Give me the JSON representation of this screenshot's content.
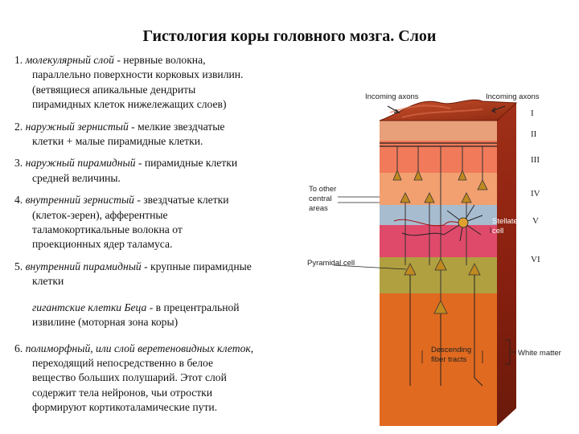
{
  "title": "Гистология коры головного мозга. Слои",
  "layers": [
    {
      "number": "1.",
      "name": "молекулярный слой",
      "lines": [
        " - нервные волокна,",
        "параллельно поверхности корковых извилин.",
        "(ветвящиеся апикальные дендриты",
        "пирамидных клеток нижележащих слоев)"
      ]
    },
    {
      "number": "2.",
      "name": "наружный зернистый",
      "lines": [
        " - мелкие звездчатые",
        "клетки + малые пирамидные клетки."
      ]
    },
    {
      "number": "3.",
      "name": "наружный пирамидный",
      "lines": [
        " - пирамидные клетки",
        "средней величины."
      ]
    },
    {
      "number": "4.",
      "name": "внутренний зернистый",
      "lines": [
        " - звездчатые клетки",
        "(клеток-зерен), афферентные",
        "таламокортикальные волокна от",
        "проекционных ядер таламуса."
      ]
    },
    {
      "number": "5.",
      "name": "внутренний пирамидный",
      "lines": [
        " - крупные пирамидные",
        "клетки"
      ]
    }
  ],
  "betz": {
    "name": "гигантские клетки Беца",
    "lines": [
      " - в прецентральной",
      "извилине (моторная зона коры)"
    ]
  },
  "layer6": {
    "number": "6.",
    "name": "полиморфный, или слой веретеновидных клеток",
    "lines": [
      ",",
      "переходящий непосредственно в белое",
      "вещество больших полушарий. Этот слой",
      "содержит тела нейронов, чьи отростки",
      "формируют кортикоталамические пути."
    ]
  },
  "diagram_labels": {
    "incoming_axons_left": "Incoming axons",
    "incoming_axons_right": "Incoming axons",
    "to_other_central_areas": [
      "To other",
      "central",
      "areas"
    ],
    "stellate_cell": [
      "Stellate",
      "cell"
    ],
    "pyramidal_cell": "Pyramidal cell",
    "descending_fiber_tracts": [
      "Descending",
      "fiber tracts"
    ],
    "white_matter": "White matter",
    "roman_numerals": [
      "I",
      "II",
      "III",
      "IV",
      "V",
      "VI"
    ]
  },
  "colors": {
    "layer_I": "#e8a07a",
    "layer_II": "#f07a5a",
    "layer_III": "#f2a070",
    "layer_IV": "#a8bcd0",
    "layer_V": "#e04a6a",
    "layer_VI_upper": "#b0a040",
    "layer_VI_lower": "#e06a20",
    "top_surface": "#b03a1a",
    "side_face": "#8a2010"
  }
}
